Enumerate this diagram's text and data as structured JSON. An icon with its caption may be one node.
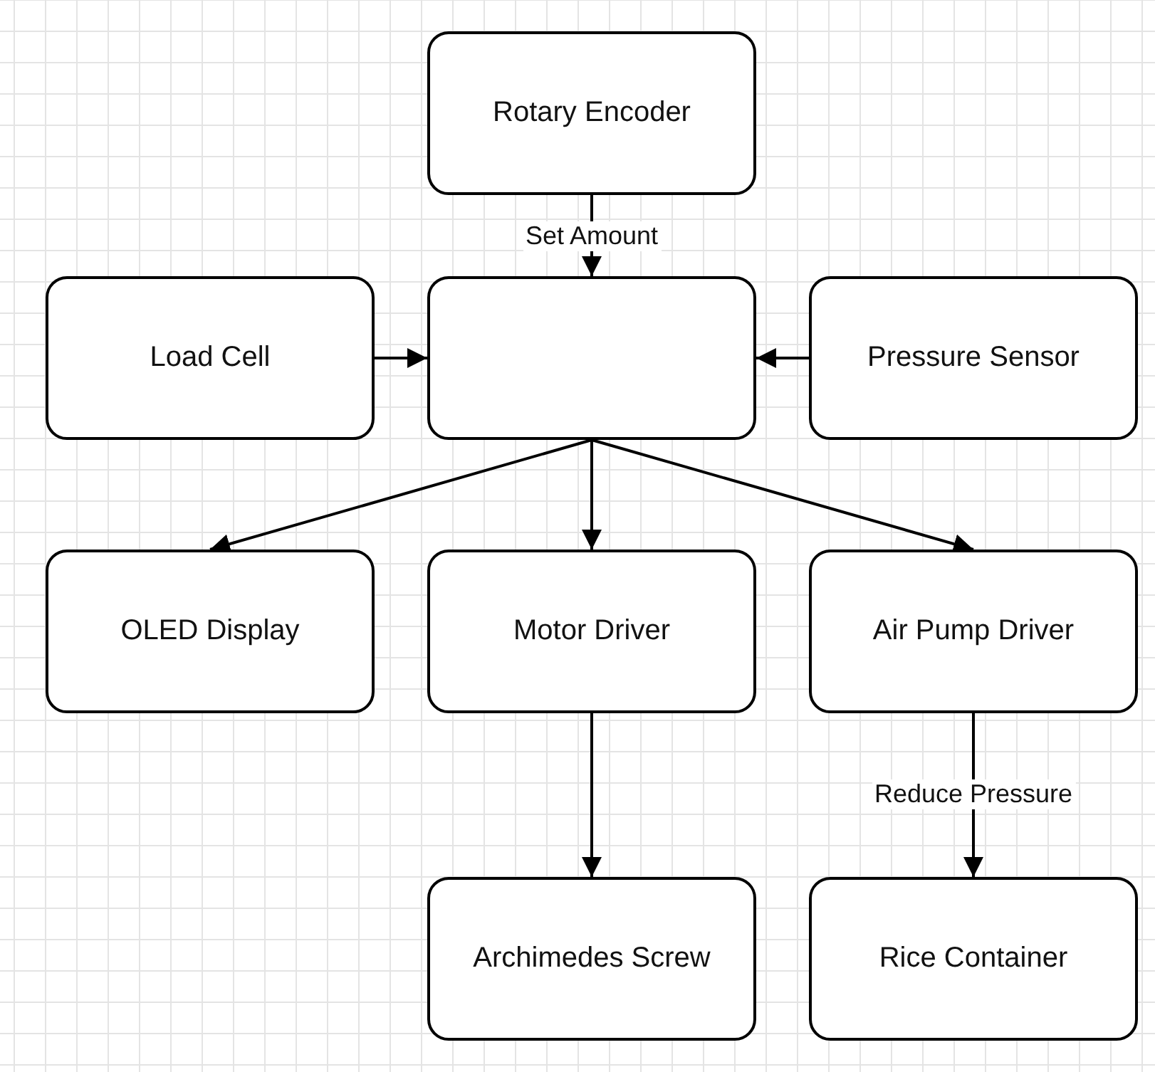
{
  "diagram": {
    "nodes": [
      {
        "text": [
          "Rotary Encoder"
        ]
      },
      {
        "text": [
          "Load Cell"
        ]
      },
      {
        "text": [],
        "shape": "box"
      },
      {
        "text": [
          "Pressure Sensor"
        ]
      },
      {
        "text": [
          "OLED Display"
        ]
      },
      {
        "text": [
          "Motor Driver"
        ]
      },
      {
        "text": [
          "Air Pump Driver"
        ]
      },
      {
        "text": [
          "Archimedes Screw"
        ]
      },
      {
        "text": [
          "Rice Container"
        ]
      }
    ],
    "edges": [
      {
        "from": 0,
        "to": 2,
        "arrow": "to",
        "label": "Set Amount"
      },
      {
        "from": 1,
        "to": 2,
        "arrow": "to"
      },
      {
        "from": 3,
        "to": 2,
        "arrow": "to"
      },
      {
        "from": 2,
        "to": 4,
        "arrow": "to"
      },
      {
        "from": 2,
        "to": 5,
        "arrow": "to"
      },
      {
        "from": 2,
        "to": 6,
        "arrow": "to"
      },
      {
        "from": 5,
        "to": 7,
        "arrow": "to"
      },
      {
        "from": 6,
        "to": 8,
        "arrow": "to",
        "label": "Reduce Pressure"
      }
    ]
  }
}
